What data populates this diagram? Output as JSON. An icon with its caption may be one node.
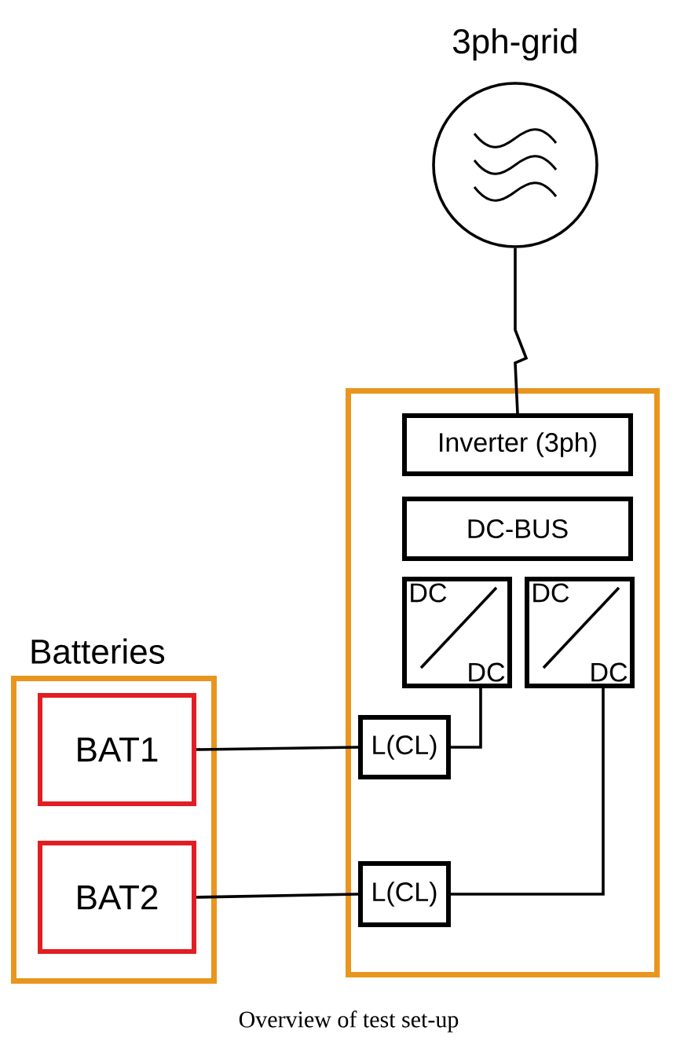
{
  "diagram": {
    "caption": "Overview of test set-up",
    "nodes": [
      {
        "text": [
          "3ph-grid"
        ]
      },
      {
        "text": [],
        "shape": "box"
      },
      {
        "text": [
          "Inverter (3ph)"
        ],
        "in": 1
      },
      {
        "text": [
          "DC-BUS"
        ],
        "in": 1
      },
      {
        "text": [
          "DC",
          "DC"
        ],
        "in": 1
      },
      {
        "text": [
          "DC",
          "DC"
        ],
        "in": 1
      },
      {
        "text": [
          "L(CL)"
        ],
        "in": 1
      },
      {
        "text": [
          "L(CL)"
        ],
        "in": 1
      },
      {
        "text": [
          "Batteries"
        ]
      },
      {
        "text": [
          "BAT1"
        ],
        "in": 8
      },
      {
        "text": [
          "BAT2"
        ],
        "in": 8
      }
    ],
    "edges": [
      {
        "from": 0,
        "to": 2,
        "arrow": "none"
      },
      {
        "from": 4,
        "to": 6,
        "arrow": "none"
      },
      {
        "from": 5,
        "to": 7,
        "arrow": "none"
      },
      {
        "from": 9,
        "to": 6,
        "arrow": "none"
      },
      {
        "from": 10,
        "to": 7,
        "arrow": "none"
      }
    ]
  }
}
